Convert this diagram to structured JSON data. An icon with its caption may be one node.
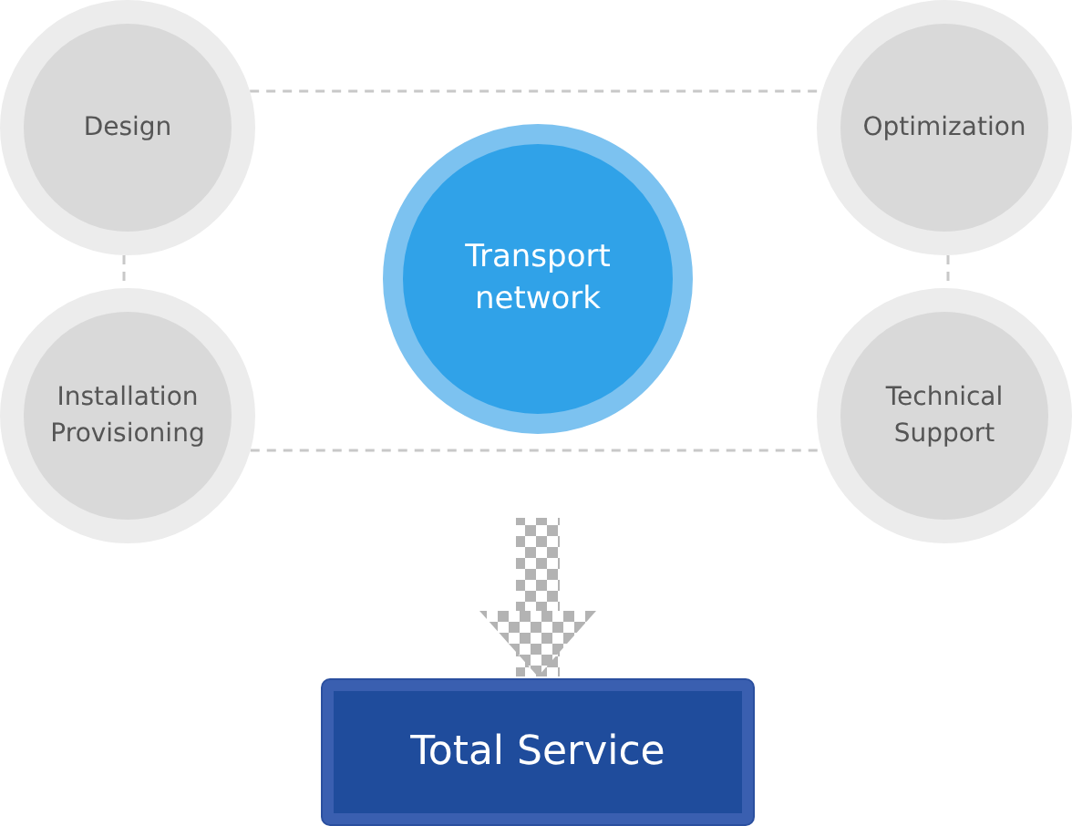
{
  "diagram": {
    "nodes": [
      {
        "text": [
          "Design"
        ]
      },
      {
        "text": [
          "Optimization"
        ]
      },
      {
        "text": [
          "Transport network"
        ]
      },
      {
        "text": [
          "Installation Provisioning"
        ]
      },
      {
        "text": [
          "Technical Support"
        ]
      },
      {
        "text": [
          "Total Service"
        ]
      }
    ],
    "edges": [
      {
        "from": 0,
        "to": 1,
        "arrow": "none",
        "style": "dashed"
      },
      {
        "from": 0,
        "to": 3,
        "arrow": "none",
        "style": "dashed"
      },
      {
        "from": 1,
        "to": 4,
        "arrow": "none",
        "style": "dashed"
      },
      {
        "from": 3,
        "to": 4,
        "arrow": "none",
        "style": "dashed"
      },
      {
        "from": null,
        "to": 5,
        "arrow": "to"
      }
    ]
  }
}
